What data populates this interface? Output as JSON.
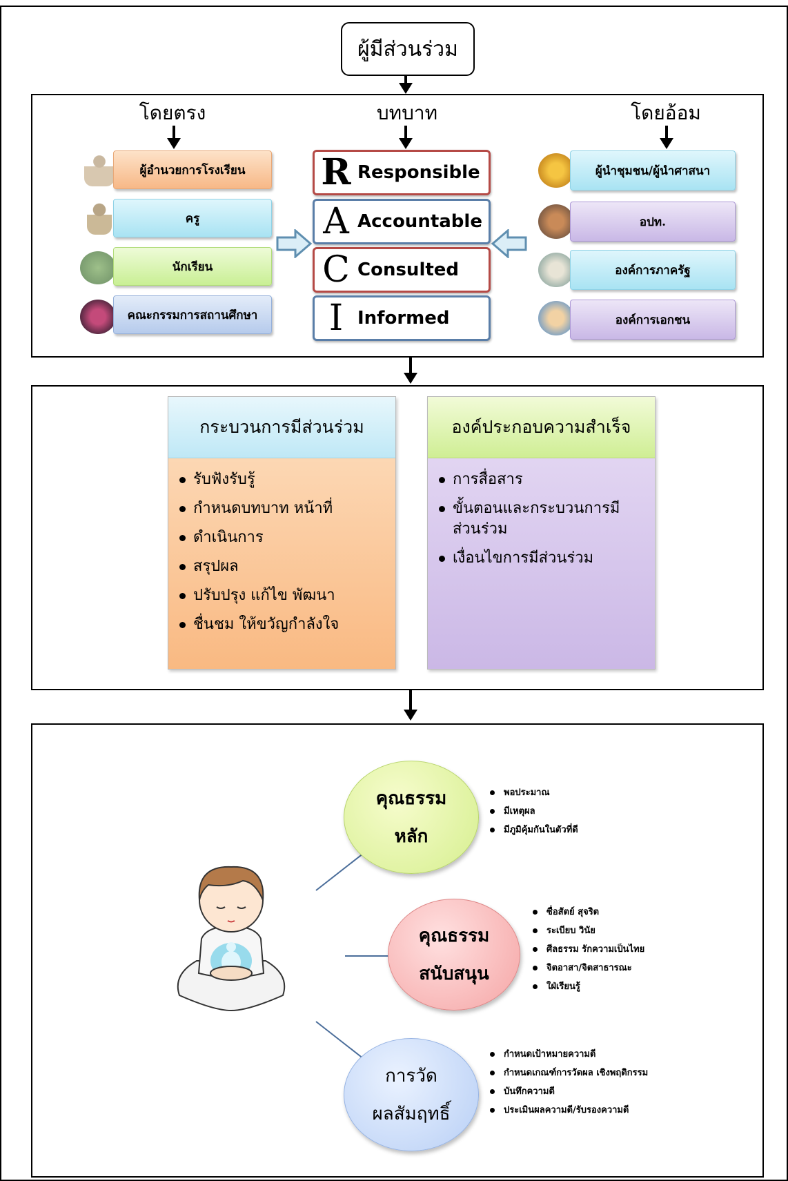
{
  "top_title": "ผู้มีส่วนร่วม",
  "columns": {
    "left": "โดยตรง",
    "center": "บทบาท",
    "right": "โดยอ้อม"
  },
  "direct": [
    {
      "label": "ผู้อำนวยการโรงเรียน",
      "icon": "principal-icon"
    },
    {
      "label": "ครู",
      "icon": "teacher-icon"
    },
    {
      "label": "นักเรียน",
      "icon": "students-icon"
    },
    {
      "label": "คณะกรรมการสถานศึกษา",
      "icon": "committee-icon"
    }
  ],
  "raci": [
    {
      "letter": "R",
      "word": "Responsible"
    },
    {
      "letter": "A",
      "word": "Accountable"
    },
    {
      "letter": "C",
      "word": "Consulted"
    },
    {
      "letter": "I",
      "word": "Informed"
    }
  ],
  "indirect": [
    {
      "label": "ผู้นำชุมชน/ผู้นำศาสนา",
      "icon": "monks-icon"
    },
    {
      "label": "อปท.",
      "icon": "building-icon"
    },
    {
      "label": "องค์การภาครัฐ",
      "icon": "officials-icon"
    },
    {
      "label": "องค์การเอกชน",
      "icon": "private-group-icon"
    }
  ],
  "process": {
    "title": "กระบวนการมีส่วนร่วม",
    "items": [
      "รับฟังรับรู้",
      "กำหนดบทบาท หน้าที่",
      "ดำเนินการ",
      "สรุปผล",
      "ปรับปรุง แก้ไข พัฒนา",
      "ชื่นชม ให้ขวัญกำลังใจ"
    ]
  },
  "success": {
    "title": "องค์ประกอบความสำเร็จ",
    "items": [
      "การสื่อสาร",
      "ขั้นตอนและกระบวนการมี ส่วนร่วม",
      "เงื่อนไขการมีส่วนร่วม"
    ]
  },
  "virtues": [
    {
      "lines": [
        "คุณธรรม",
        "หลัก"
      ],
      "items": [
        "พอประมาณ",
        "มีเหตุผล",
        "มีภูมิคุ้มกันในตัวที่ดี"
      ]
    },
    {
      "lines": [
        "คุณธรรม",
        "สนับสนุน"
      ],
      "items": [
        "ซื่อสัตย์ สุจริต",
        "ระเบียบ วินัย",
        "ศีลธรรม รักความเป็นไทย",
        "จิตอาสา/จิตสาธารณะ",
        "ใฝ่เรียนรู้"
      ]
    },
    {
      "lines": [
        "การวัด",
        "ผลสัมฤทธิ์"
      ],
      "items": [
        "กำหนดเป้าหมายความดี",
        "กำหนดเกณฑ์การวัดผล เชิงพฤติกรรม",
        "บันทึกความดี",
        "ประเมินผลความดี/รับรองความดี"
      ]
    }
  ],
  "colors": {
    "raci_red": "#b54a46",
    "raci_blue": "#5a7ea8",
    "connector": "#4a6d9a"
  }
}
